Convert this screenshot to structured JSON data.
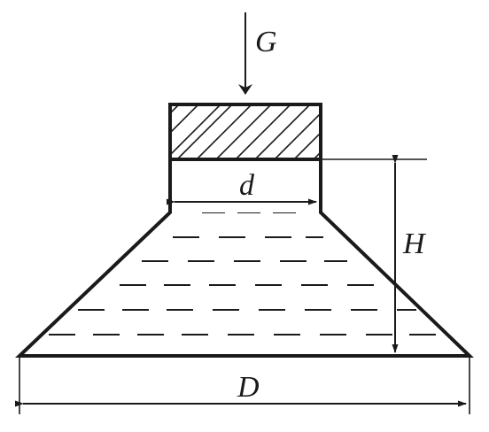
{
  "labels": {
    "force": "G",
    "small_diameter": "d",
    "height": "H",
    "large_diameter": "D"
  }
}
